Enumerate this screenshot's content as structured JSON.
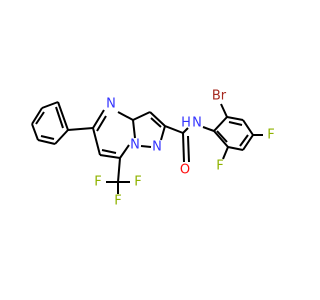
{
  "colors": {
    "bond": "#000000",
    "N": "#3333ff",
    "O": "#ff0d0d",
    "F": "#8fb300",
    "Br": "#a6291f"
  },
  "atoms": {
    "n_ring_top": {
      "text": "N",
      "element": "N"
    },
    "n_ring_bridge": {
      "text": "N",
      "element": "N"
    },
    "n_ring_pyrazole": {
      "text": "N",
      "element": "N"
    },
    "nh_amide": {
      "text": "N",
      "element": "N"
    },
    "h_amide": {
      "text": "H",
      "element": "N"
    },
    "o_carbonyl": {
      "text": "O",
      "element": "O"
    },
    "br_substituent": {
      "text": "Br",
      "element": "Br"
    },
    "f_para": {
      "text": "F",
      "element": "F"
    },
    "f_ortho": {
      "text": "F",
      "element": "F"
    },
    "f_cf3_left": {
      "text": "F",
      "element": "F"
    },
    "f_cf3_right": {
      "text": "F",
      "element": "F"
    },
    "f_cf3_bottom": {
      "text": "F",
      "element": "F"
    }
  }
}
